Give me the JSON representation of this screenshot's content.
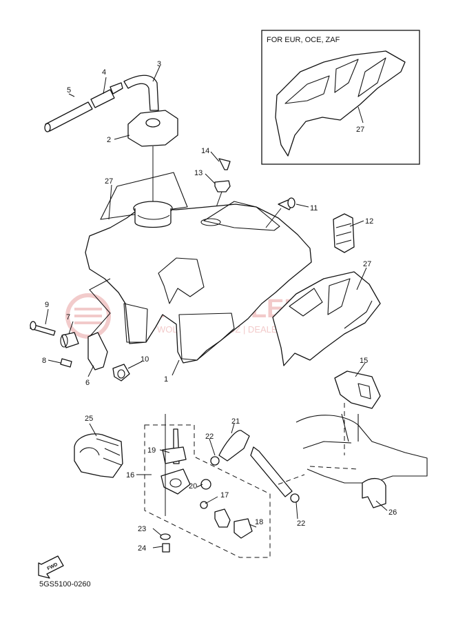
{
  "inset": {
    "title": "FOR EUR, OCE, ZAF",
    "label": "27"
  },
  "diagram_code": "5GS5100-0260",
  "fwd_label": "FWD",
  "watermark": {
    "brand": "YAMA-SKLEP.PL",
    "tagline": "WOLLICHCIEWOOZ | DEALER YAMAHA"
  },
  "callouts": [
    {
      "id": "c5",
      "label": "5"
    },
    {
      "id": "c4",
      "label": "4"
    },
    {
      "id": "c3",
      "label": "3"
    },
    {
      "id": "c2",
      "label": "2"
    },
    {
      "id": "c14",
      "label": "14"
    },
    {
      "id": "c13",
      "label": "13"
    },
    {
      "id": "c27a",
      "label": "27"
    },
    {
      "id": "c11",
      "label": "11"
    },
    {
      "id": "c12",
      "label": "12"
    },
    {
      "id": "c27b",
      "label": "27"
    },
    {
      "id": "c9",
      "label": "9"
    },
    {
      "id": "c7",
      "label": "7"
    },
    {
      "id": "c8",
      "label": "8"
    },
    {
      "id": "c6",
      "label": "6"
    },
    {
      "id": "c10",
      "label": "10"
    },
    {
      "id": "c1",
      "label": "1"
    },
    {
      "id": "c15",
      "label": "15"
    },
    {
      "id": "c25",
      "label": "25"
    },
    {
      "id": "c21",
      "label": "21"
    },
    {
      "id": "c22a",
      "label": "22"
    },
    {
      "id": "c19",
      "label": "19"
    },
    {
      "id": "c16",
      "label": "16"
    },
    {
      "id": "c20",
      "label": "20"
    },
    {
      "id": "c17",
      "label": "17"
    },
    {
      "id": "c18",
      "label": "18"
    },
    {
      "id": "c23",
      "label": "23"
    },
    {
      "id": "c24",
      "label": "24"
    },
    {
      "id": "c22b",
      "label": "22"
    },
    {
      "id": "c26",
      "label": "26"
    }
  ]
}
